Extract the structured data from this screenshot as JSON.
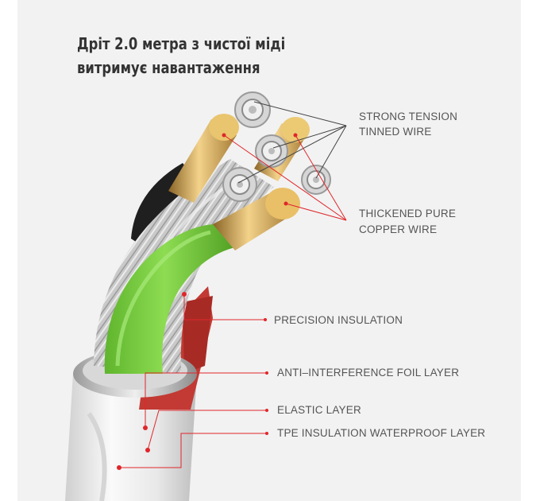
{
  "title": "Дріт 2.0 метра з чистої міді витримує навантаження",
  "labels": {
    "tension_line1": "STRONG TENSION",
    "tension_line2": "TINNED WIRE",
    "copper_line1": "THICKENED PURE",
    "copper_line2": "COPPER WIRE",
    "precision": "PRECISION INSULATION",
    "foil": "ANTI–INTERFERENCE FOIL LAYER",
    "elastic": "ELASTIC LAYER",
    "tpe": "TPE INSULATION WATERPROOF LAYER"
  },
  "colors": {
    "background": "#f2f2f2",
    "accent_red": "#e0262b",
    "insulation_green": "#7acc3e",
    "copper": "#d9a84e",
    "foil_red": "#c8332e",
    "label_text": "#555555"
  }
}
